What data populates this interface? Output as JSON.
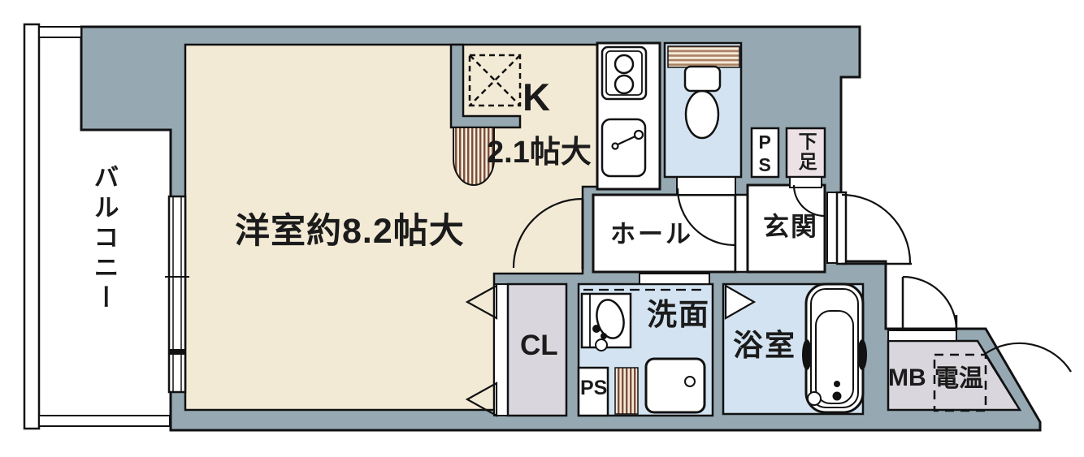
{
  "plan": {
    "type": "apartment-floor-plan",
    "colors": {
      "wall": "#96a9b3",
      "outline": "#111111",
      "room_floor": "#f3ead6",
      "wet_floor": "#d3e3f1",
      "closet_floor": "#d9d6de",
      "shoe_floor": "#ece1e4",
      "hatch_dark": "#7d4e3e",
      "hatch_warm": "#aa7f64",
      "fixture": "#ffffff"
    },
    "labels": {
      "balcony": "バルコニー",
      "living": "洋室約8.2帖大",
      "kitchen": "K",
      "kitchen_size": "2.1帖大",
      "hall": "ホール",
      "entrance": "玄関",
      "pipe_space_top": "PS",
      "shoe_box": "下足",
      "closet": "CL",
      "washroom": "洗面",
      "pipe_space_bottom": "PS",
      "bathroom": "浴室",
      "meter_box": "MB",
      "water_heater": "電温"
    }
  }
}
